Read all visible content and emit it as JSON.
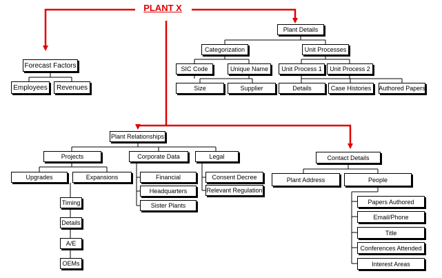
{
  "title": "PLANT X",
  "colors": {
    "accent": "#e00000",
    "line": "#000000"
  },
  "nodes": {
    "forecast_factors": "Forecast Factors",
    "employees": "Employees",
    "revenues": "Revenues",
    "plant_details": "Plant Details",
    "categorization": "Categorization",
    "unit_processes": "Unit Processes",
    "sic_code": "SIC Code",
    "unique_name": "Unique Name",
    "unit_process_1": "Unit Process 1",
    "unit_process_2": "Unit Process 2",
    "size": "Size",
    "supplier": "Supplier",
    "details": "Details",
    "case_histories": "Case Histories",
    "authored_papers": "Authored Papers",
    "plant_relationships": "Plant Relationships",
    "projects": "Projects",
    "corporate_data": "Corporate Data",
    "legal": "Legal",
    "upgrades": "Upgrades",
    "expansions": "Expansions",
    "timing": "Timing",
    "project_details": "Details",
    "ae": "A/E",
    "oems": "OEMs",
    "financial": "Financial",
    "headquarters": "Headquarters",
    "sister_plants": "Sister Plants",
    "consent_decree": "Consent Decree",
    "relevant_regulation": "Relevant Regulation",
    "contact_details": "Contact Details",
    "plant_address": "Plant Address",
    "people": "People",
    "papers_authored": "Papers Authored",
    "email_phone": "Email/Phone",
    "person_title": "Title",
    "conferences_attended": "Conferences Attended",
    "interest_areas": "Interest Areas"
  }
}
